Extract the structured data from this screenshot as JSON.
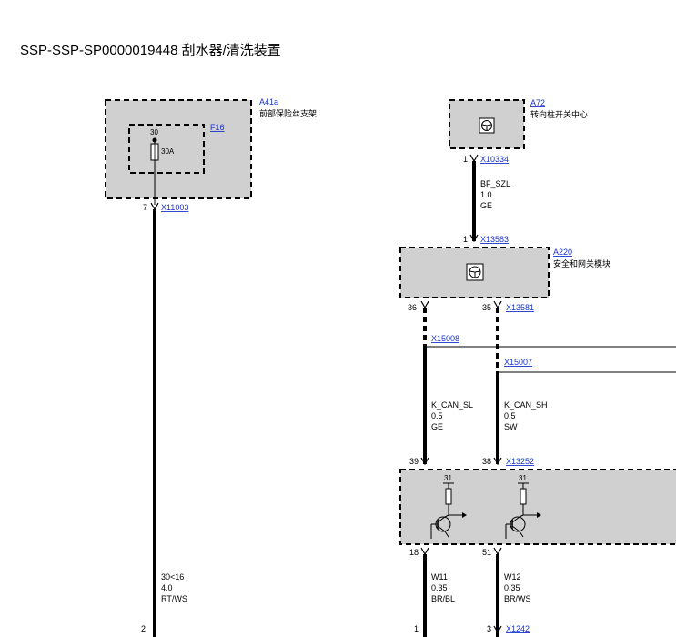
{
  "title": "SSP-SSP-SP0000019448 刮水器/清洗装置",
  "components": {
    "a41a": {
      "id": "A41a",
      "label": "前部保险丝支架"
    },
    "f16": {
      "id": "F16",
      "pin": "30",
      "rating": "30A"
    },
    "a72": {
      "id": "A72",
      "label": "转向柱开关中心"
    },
    "a220": {
      "id": "A220",
      "label": "安全和网关模块"
    }
  },
  "connectors": {
    "x11003": "X11003",
    "x10334": "X10334",
    "x13583": "X13583",
    "x13581": "X13581",
    "x15008": "X15008",
    "x15007": "X15007",
    "x13252": "X13252",
    "x1242": "X1242"
  },
  "pins": {
    "p7": "7",
    "p1a": "1",
    "p1b": "1",
    "p36": "36",
    "p35": "35",
    "p39": "39",
    "p38": "38",
    "p18": "18",
    "p51": "51",
    "p2": "2",
    "p1c": "1",
    "p3": "3",
    "g31a": "31",
    "g31b": "31"
  },
  "wires": {
    "w_supply": {
      "signal": "30<16",
      "size": "4.0",
      "color": "RT/WS"
    },
    "w_bfszl": {
      "signal": "BF_SZL",
      "size": "1.0",
      "color": "GE"
    },
    "w_kcansl": {
      "signal": "K_CAN_SL",
      "size": "0.5",
      "color": "GE"
    },
    "w_kcansh": {
      "signal": "K_CAN_SH",
      "size": "0.5",
      "color": "SW"
    },
    "w_w11": {
      "signal": "W11",
      "size": "0.35",
      "color": "BR/BL"
    },
    "w_w12": {
      "signal": "W12",
      "size": "0.35",
      "color": "BR/WS"
    }
  }
}
